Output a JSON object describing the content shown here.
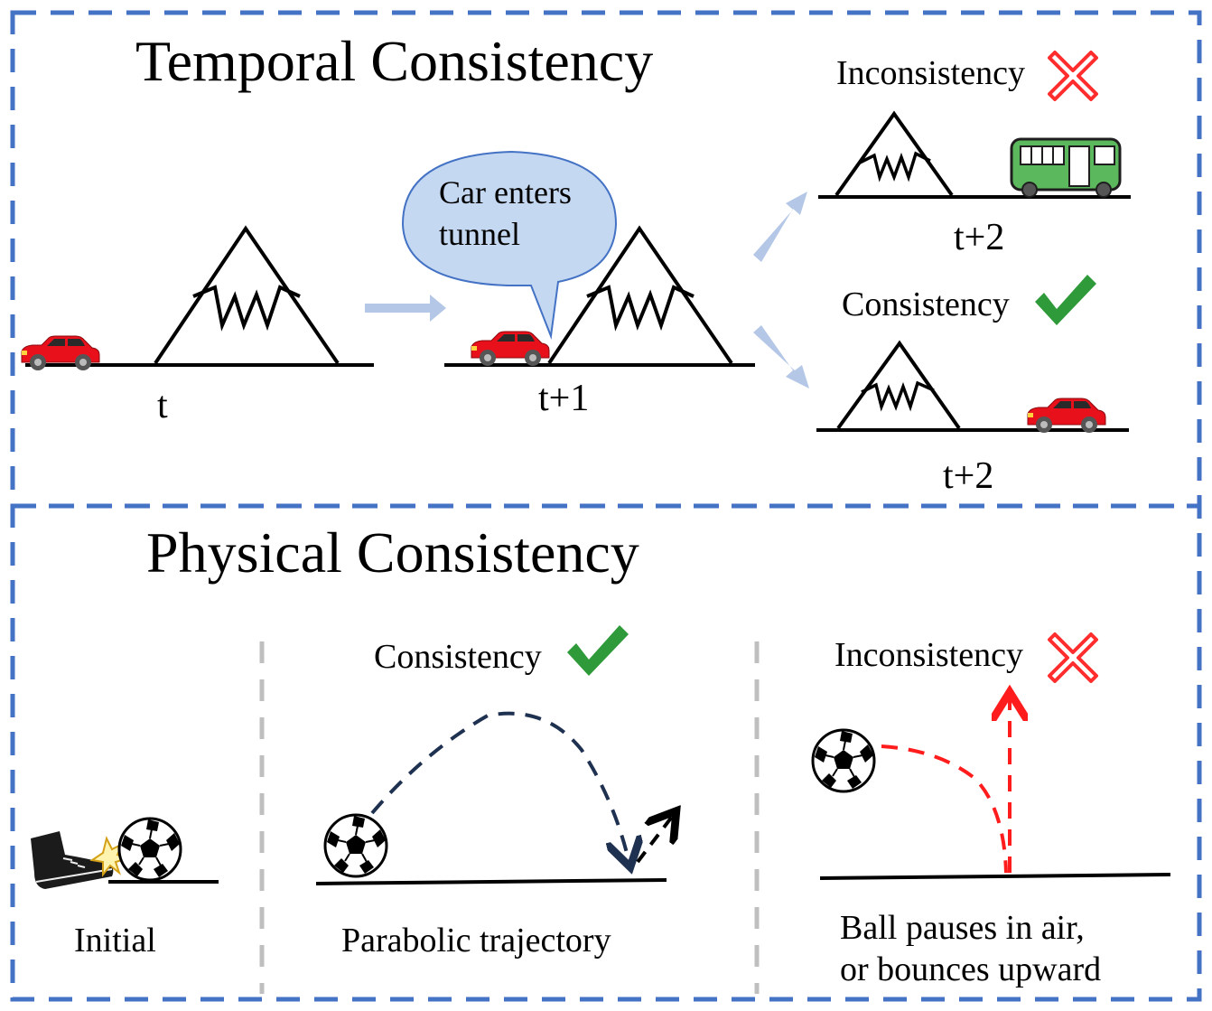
{
  "temporal": {
    "title": "Temporal Consistency",
    "bubble": "Car enters tunnel",
    "label_t": "t",
    "label_t1": "t+1",
    "label_t2_top": "t+2",
    "label_t2_bottom": "t+2",
    "inconsistency_label": "Inconsistency",
    "consistency_label": "Consistency"
  },
  "physical": {
    "title": "Physical Consistency",
    "initial_label": "Initial",
    "parabolic_label": "Parabolic trajectory",
    "consistency_label": "Consistency",
    "inconsistency_label": "Inconsistency",
    "wrong_label_line1": "Ball pauses in air,",
    "wrong_label_line2": "or bounces upward"
  },
  "colors": {
    "frame_dash": "#4472c4",
    "arrow_light": "#b4c7e7",
    "bubble_fill": "#c5d8f1",
    "car_red": "#e8101b",
    "bus_green": "#5cb85c",
    "check_green": "#2e9a39",
    "cross_red": "#ff2d2d",
    "trajectory_navy": "#1f3150",
    "wrong_red": "#ff1c1c"
  }
}
